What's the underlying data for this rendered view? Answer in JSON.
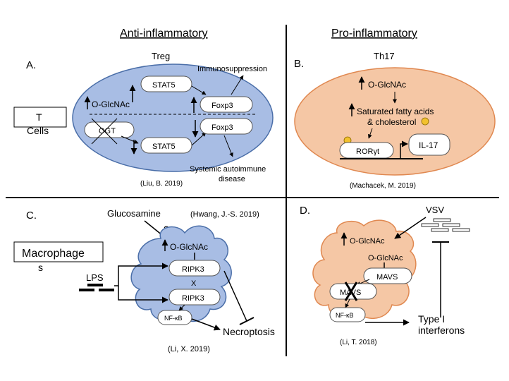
{
  "headers": {
    "anti": "Anti-inflammatory",
    "pro": "Pro-inflammatory"
  },
  "panelA": {
    "letter": "A.",
    "cell": "Treg",
    "side_label_1": "T",
    "side_label_2": "Cells",
    "oglcnac": "O-GlcNAc",
    "ogt": "OGT",
    "stat5_top": "STAT5",
    "stat5_bottom": "STAT5",
    "foxp3_top": "Foxp3",
    "foxp3_bottom": "Foxp3",
    "immunosuppression": "Immunosuppression",
    "autoimmune_1": "Systemic autoimmune",
    "autoimmune_2": "disease",
    "citation": "(Liu, B. 2019)"
  },
  "panelB": {
    "letter": "B.",
    "cell": "Th17",
    "oglcnac": "O-GlcNAc",
    "fatty_1": "Saturated fatty acids",
    "fatty_2": "& cholesterol",
    "roryt": "RORγt",
    "il17": "IL-17",
    "citation": "(Machacek, M. 2019)"
  },
  "panelC": {
    "letter": "C.",
    "side_label_1": "Macrophage",
    "side_label_2": "s",
    "glucosamine": "Glucosamine",
    "question": "?",
    "citation_top": "(Hwang, J.-S. 2019)",
    "oglcnac": "O-GlcNAc",
    "ripk3_top": "RIPK3",
    "ripk3_bottom": "RIPK3",
    "x_mark": "X",
    "lps": "LPS",
    "nfkb": "NF-κB",
    "necroptosis": "Necroptosis",
    "citation": "(Li, X. 2019)"
  },
  "panelD": {
    "letter": "D.",
    "vsv": "VSV",
    "oglcnac_1": "O-GlcNAc",
    "oglcnac_2": "O-GlcNAc",
    "mavs_top": "MAVS",
    "mavs_bottom": "MAVS",
    "nfkb": "NF-κB",
    "interferons_1": "Type I",
    "interferons_2": "interferons",
    "citation": "(Li, T. 2018)"
  },
  "colors": {
    "blue": "#a8bde4",
    "blue_stroke": "#4a6ea8",
    "orange": "#f5c7a5",
    "orange_stroke": "#e08850",
    "gold": "#f2c12e"
  }
}
